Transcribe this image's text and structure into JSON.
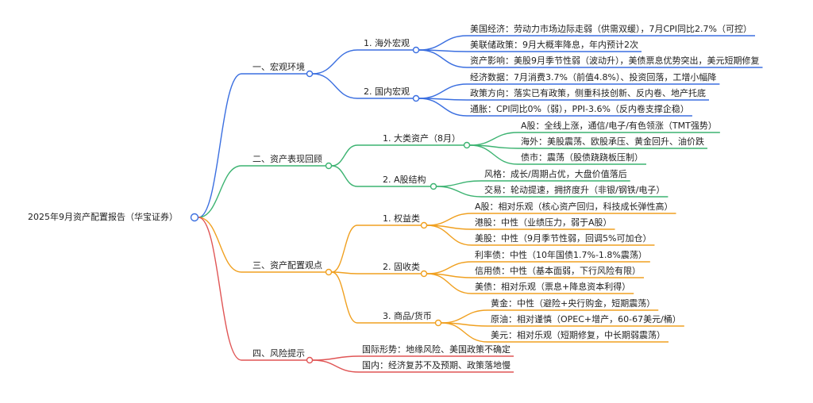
{
  "colors": {
    "blue": "#3b6fe0",
    "green": "#3cb371",
    "orange": "#f0a020",
    "red": "#e05555"
  },
  "root": {
    "label": "2025年9月资产配置报告（华宝证券）"
  },
  "branches": [
    {
      "label": "一、宏观环境",
      "color": "#3b6fe0",
      "children": [
        {
          "label": "1. 海外宏观",
          "children": [
            {
              "label": "美国经济：劳动力市场边际走弱（供需双缓），7月CPI同比2.7%（可控）"
            },
            {
              "label": "美联储政策：9月大概率降息，年内预计2次"
            },
            {
              "label": "资产影响：美股9月季节性弱（波动升），美债票息优势突出，美元短期修复"
            }
          ]
        },
        {
          "label": "2. 国内宏观",
          "children": [
            {
              "label": "经济数据：7月消费3.7%（前值4.8%）、投资回落，工增小幅降"
            },
            {
              "label": "政策方向：落实已有政策，侧重科技创新、反内卷、地产托底"
            },
            {
              "label": "通胀：CPI同比0%（弱），PPI-3.6%（反内卷支撑企稳）"
            }
          ]
        }
      ]
    },
    {
      "label": "二、资产表现回顾",
      "color": "#3cb371",
      "children": [
        {
          "label": "1. 大类资产（8月）",
          "children": [
            {
              "label": "A股：全线上涨，通信/电子/有色领涨（TMT强势）"
            },
            {
              "label": "海外：美股震荡、欧股承压、黄金回升、油价跌"
            },
            {
              "label": "债市：震荡（股债跷跷板压制）"
            }
          ]
        },
        {
          "label": "2. A股结构",
          "children": [
            {
              "label": "风格：成长/周期占优，大盘价值落后"
            },
            {
              "label": "交易：轮动提速，拥挤度升（非银/钢铁/电子）"
            }
          ]
        }
      ]
    },
    {
      "label": "三、资产配置观点",
      "color": "#f0a020",
      "children": [
        {
          "label": "1. 权益类",
          "children": [
            {
              "label": "A股：相对乐观（核心资产回归，科技成长弹性高）"
            },
            {
              "label": "港股：中性（业绩压力，弱于A股）"
            },
            {
              "label": "美股：中性（9月季节性弱，回调5%可加仓）"
            }
          ]
        },
        {
          "label": "2. 固收类",
          "children": [
            {
              "label": "利率债：中性（10年国债1.7%-1.8%震荡）"
            },
            {
              "label": "信用债：中性（基本面弱，下行风险有限）"
            },
            {
              "label": "美债：相对乐观（票息+降息资本利得）"
            }
          ]
        },
        {
          "label": "3. 商品/货币",
          "children": [
            {
              "label": "黄金：中性（避险+央行购金，短期震荡）"
            },
            {
              "label": "原油：相对谨慎（OPEC+增产，60-67美元/桶）"
            },
            {
              "label": "美元：相对乐观（短期修复，中长期弱震荡）"
            }
          ]
        }
      ]
    },
    {
      "label": "四、风险提示",
      "color": "#e05555",
      "children": [
        {
          "label": "国际形势：地缘风险、美国政策不确定"
        },
        {
          "label": "国内：经济复苏不及预期、政策落地慢"
        }
      ]
    }
  ]
}
